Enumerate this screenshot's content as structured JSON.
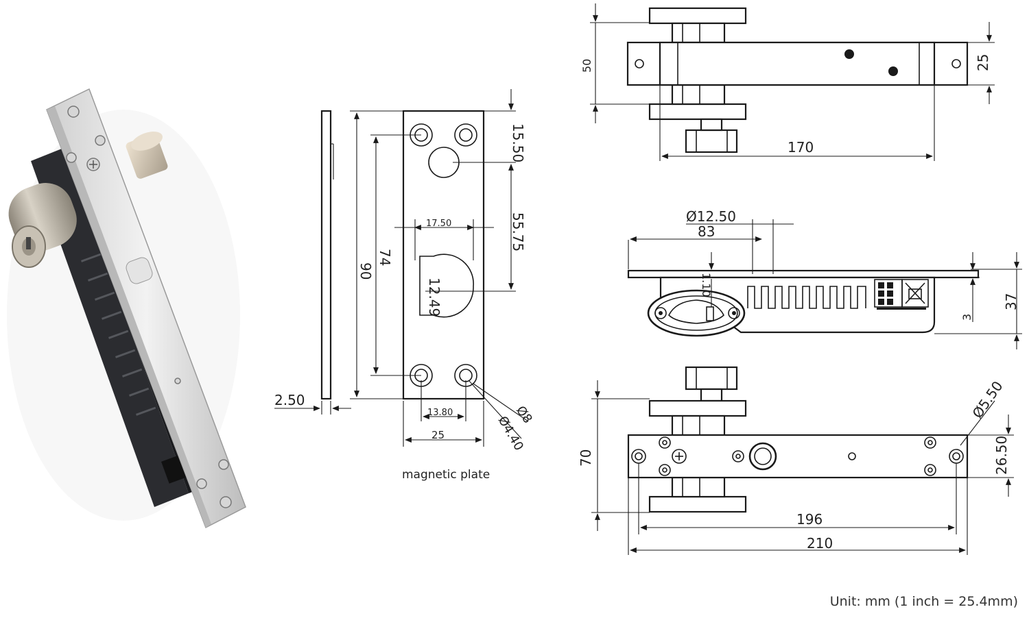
{
  "magnetic_plate": {
    "caption": "magnetic plate",
    "dims": {
      "thickness": "2.50",
      "height_total": "90",
      "hole_spacing": "74",
      "top_offset": "15.50",
      "slot_height": "55.75",
      "slot_width": "17.50",
      "slot_depth": "12.49",
      "hole_spacing_x": "13.80",
      "width": "25",
      "hole_dia_large": "Ø8",
      "hole_dia_small": "Ø4.40"
    }
  },
  "top_view": {
    "dims": {
      "height": "50",
      "length": "170",
      "plate_width": "25"
    }
  },
  "side_view": {
    "dims": {
      "cyl_dia": "Ø12.50",
      "cyl_offset": "83",
      "bolt": "1.10",
      "plate_thk": "3",
      "depth": "37"
    }
  },
  "front_view": {
    "dims": {
      "height": "70",
      "hole_dia": "Ø5.50",
      "plate_width": "26.50",
      "hole_spacing": "196",
      "total_length": "210"
    }
  },
  "footer": {
    "unit_note": "Unit: mm (1 inch = 25.4mm)"
  }
}
